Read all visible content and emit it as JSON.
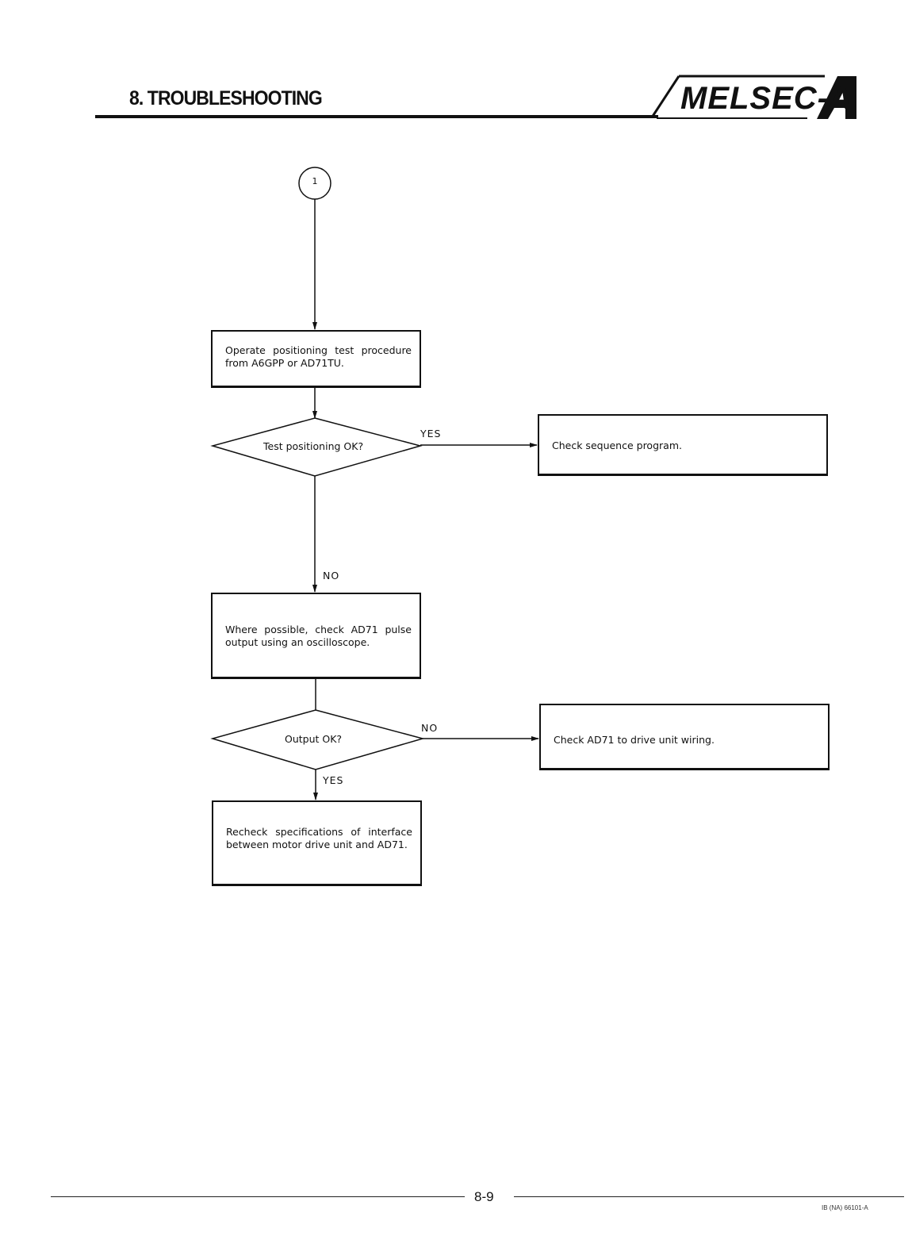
{
  "header": {
    "section_title": "8. TROUBLESHOOTING",
    "brand": "MELSEC-A"
  },
  "flowchart": {
    "connector": "1",
    "step_operate_test": "Operate positioning test procedure from A6GPP or AD71TU.",
    "decision_test_ok": "Test positioning OK?",
    "yes_label_1": "YES",
    "result_check_program": "Check sequence program.",
    "no_label_1": "NO",
    "step_check_pulse": "Where possible, check AD71 pulse output using an oscilloscope.",
    "decision_output_ok": "Output OK?",
    "no_label_2": "NO",
    "result_check_wiring": "Check AD71 to drive unit wiring.",
    "yes_label_2": "YES",
    "step_recheck_spec": "Recheck specifications of interface between motor drive unit and AD71."
  },
  "footer": {
    "page_number": "8-9",
    "doc_code": "IB (NA) 66101-A"
  }
}
